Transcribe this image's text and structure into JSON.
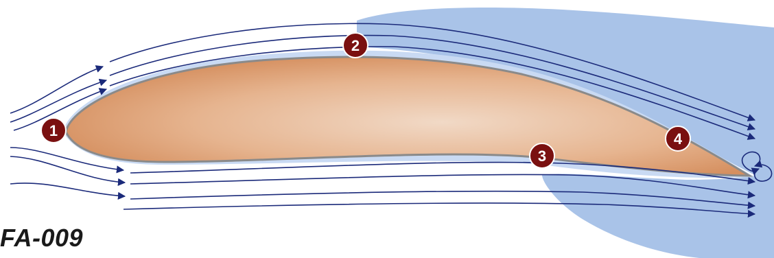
{
  "figure": {
    "label": "FA-009"
  },
  "markers": [
    {
      "id": "1",
      "text": "1"
    },
    {
      "id": "2",
      "text": "2"
    },
    {
      "id": "3",
      "text": "3"
    },
    {
      "id": "4",
      "text": "4"
    }
  ],
  "colors": {
    "airfoil_fill_center": "#efd3bd",
    "airfoil_fill_edge": "#d99a6e",
    "airfoil_outline": "#8a8a8a",
    "wake_region": "#a9c3e8",
    "boundary_layer": "#c9daf3",
    "streamline": "#1b2a7a",
    "marker_fill": "#7a1010",
    "marker_text": "#ffffff"
  }
}
